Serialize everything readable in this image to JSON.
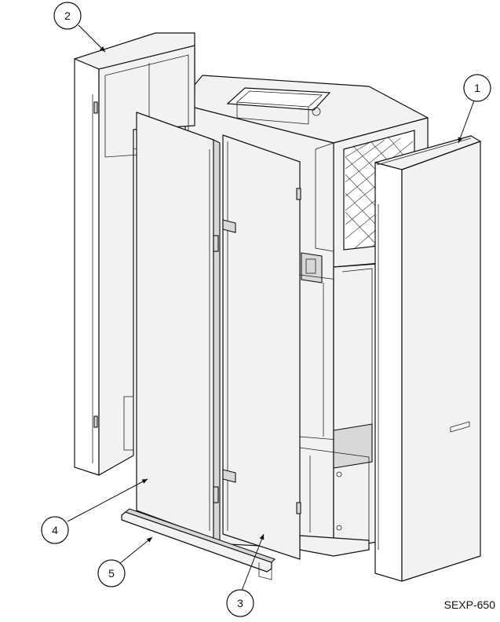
{
  "callouts": [
    {
      "label": "1",
      "name": "callout-1"
    },
    {
      "label": "2",
      "name": "callout-2"
    },
    {
      "label": "3",
      "name": "callout-3"
    },
    {
      "label": "4",
      "name": "callout-4"
    },
    {
      "label": "5",
      "name": "callout-5"
    }
  ],
  "drawing_id": "SEXP-650"
}
